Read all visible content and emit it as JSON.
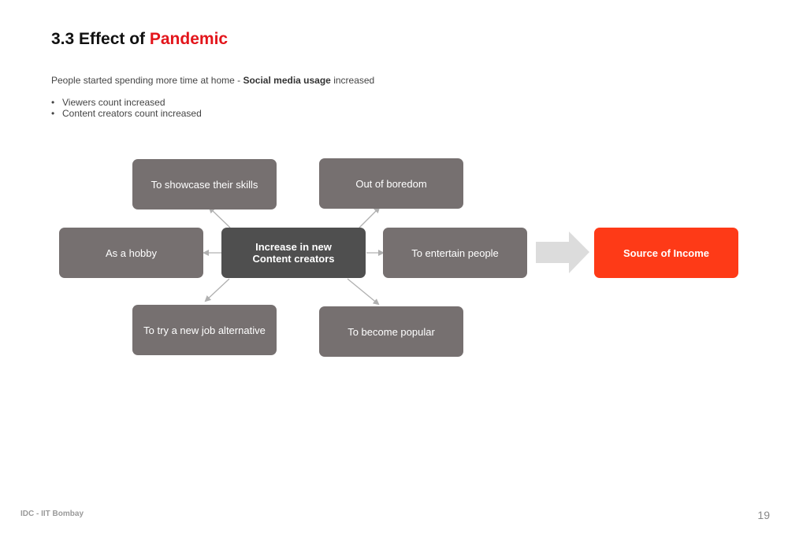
{
  "slide": {
    "title_prefix": "3.3 Effect of ",
    "title_accent": "Pandemic",
    "intro_before": "People started spending more time at home - ",
    "intro_bold": "Social media usage",
    "intro_after": " increased",
    "bullets": [
      "Viewers count increased",
      "Content creators count  increased"
    ]
  },
  "diagram": {
    "center": "Increase in new Content creators",
    "reasons": {
      "showcase": "To showcase their skills",
      "boredom": "Out of boredom",
      "hobby": "As a hobby",
      "entertain": "To entertain people",
      "job": "To try a new job alternative",
      "popular": "To become popular"
    },
    "outcome": "Source of Income"
  },
  "footer": {
    "org": "IDC - IIT Bombay",
    "page": "19"
  },
  "colors": {
    "accent": "#e3151b",
    "node": "#767070",
    "center_node": "#4f4f4f",
    "outcome_node": "#fe3a17",
    "connector": "#b0b0b0",
    "big_arrow": "#dcdcdc"
  }
}
